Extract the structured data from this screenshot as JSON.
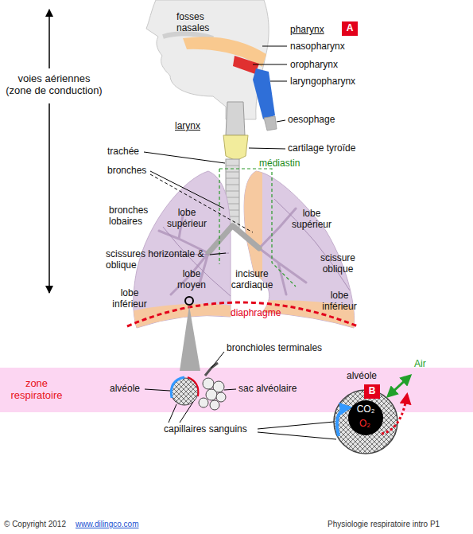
{
  "diagram": {
    "nodes": [
      {
        "text": [
          "A"
        ]
      },
      {
        "text": [
          "zone respiratoire"
        ]
      },
      {
        "text": [
          "B"
        ]
      }
    ],
    "labels": [
      "fosses nasales",
      "pharynx",
      "nasopharynx",
      "oropharynx",
      "laryngopharynx",
      "voies aériennes (zone de conduction)",
      "larynx",
      "oesophage",
      "cartilage tyroïde",
      "trachée",
      "médiastin",
      "bronches",
      "bronches lobaires",
      "lobe supérieur",
      "lobe supérieur",
      "scissures horizontale & oblique",
      "scissure oblique",
      "lobe moyen",
      "incisure cardiaque",
      "lobe inférieur",
      "diaphragme",
      "lobe inférieur",
      "bronchioles terminales",
      "alvéole",
      "sac alvéolaire",
      "alvéole",
      "Air",
      "CO₂",
      "O₂",
      "capillaires sanguins",
      "© Copyright 2012",
      "www.dilingco.com",
      "Physiologie respiratoire intro P1"
    ]
  }
}
